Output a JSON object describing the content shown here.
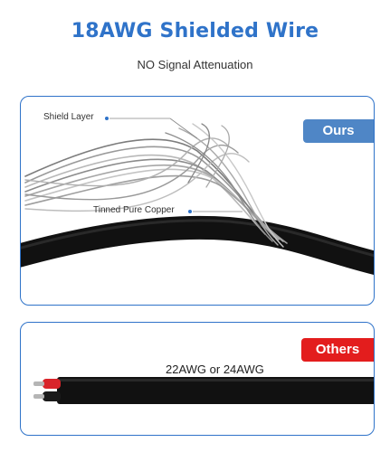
{
  "header": {
    "title": "18AWG Shielded Wire",
    "subtitle": "NO Signal Attenuation"
  },
  "ours_panel": {
    "badge": "Ours",
    "callouts": {
      "shield_layer": "Shield Layer",
      "tinned_copper": "Tinned Pure Copper"
    }
  },
  "others_panel": {
    "badge": "Others",
    "gauge_label": "22AWG or 24AWG"
  },
  "colors": {
    "accent_blue": "#2f73c9",
    "ours_badge": "#4f86c6",
    "others_badge": "#e31d1d",
    "cable_black": "#111111",
    "inner_red": "#d9242a"
  }
}
